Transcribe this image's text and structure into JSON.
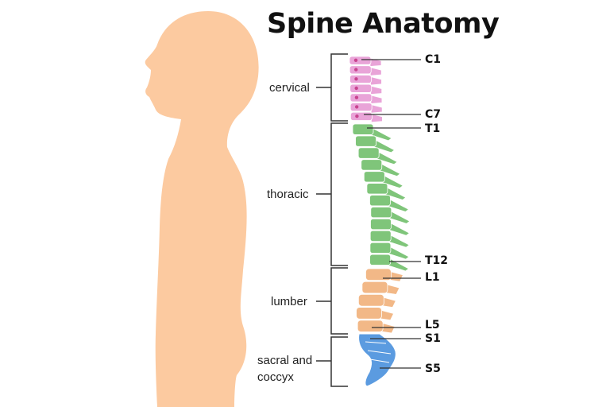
{
  "title": "Spine Anatomy",
  "regions": [
    {
      "key": "cervical",
      "label": "cervical",
      "color": "#e9a4d8",
      "dot": "#c8448f"
    },
    {
      "key": "thoracic",
      "label": "thoracic",
      "color": "#7fc57a"
    },
    {
      "key": "lumbar",
      "label": "lumber",
      "color": "#f2b887"
    },
    {
      "key": "sacral",
      "label_line1": "sacral and",
      "label_line2": "coccyx",
      "color": "#5b9be0"
    }
  ],
  "vertebra_labels": [
    "C1",
    "C7",
    "T1",
    "T12",
    "L1",
    "L5",
    "S1",
    "S5"
  ],
  "colors": {
    "silhouette": "#fccaa0",
    "line": "#333333"
  },
  "icons": {
    "figure": "human-silhouette-profile"
  }
}
